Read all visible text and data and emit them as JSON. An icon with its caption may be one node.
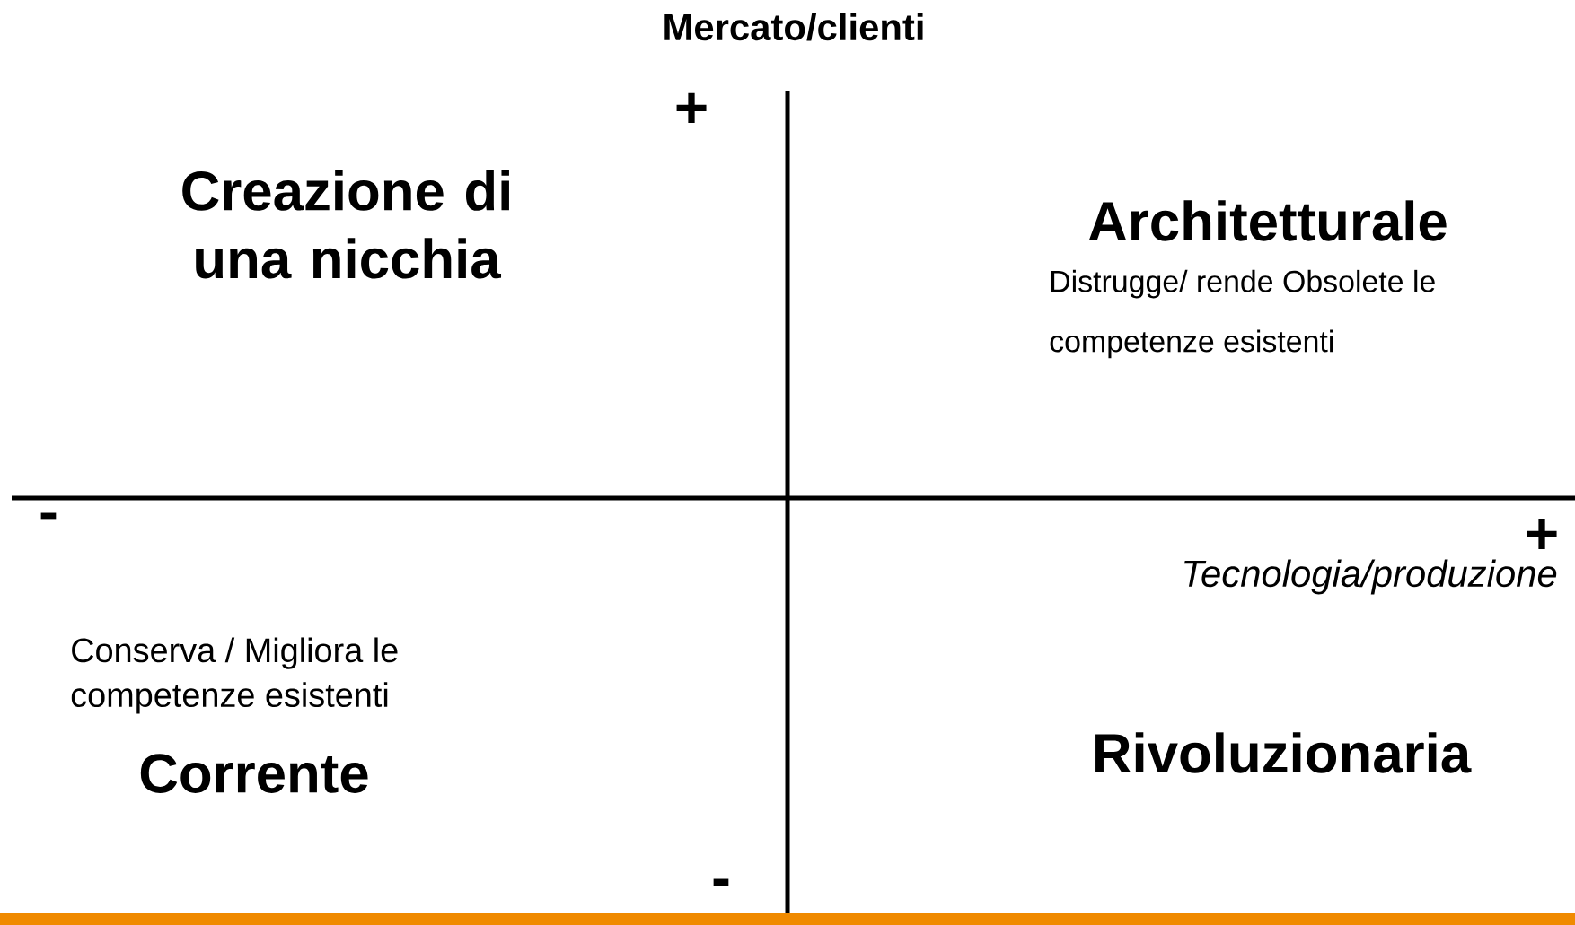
{
  "diagram": {
    "labels": [
      "Mercato/clienti",
      "+",
      "Creazione di una nicchia",
      "Architetturale",
      "Distrugge/ rende Obsolete le competenze esistenti",
      "-",
      "+",
      "Tecnologia/produzione",
      "Conserva / Migliora le competenze esistenti",
      "Corrente",
      "Rivoluzionaria",
      "-"
    ]
  }
}
